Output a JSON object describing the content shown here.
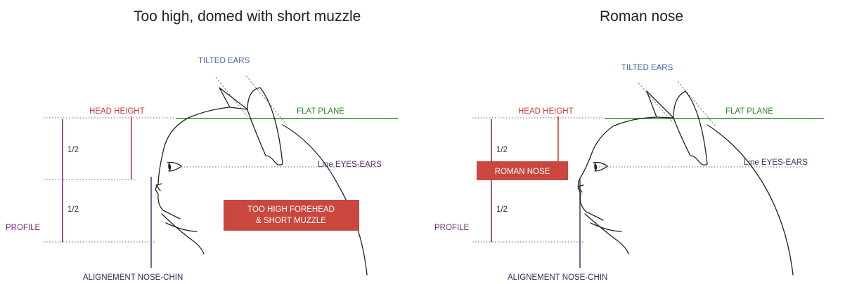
{
  "panels": [
    {
      "title": "Too high, domed with short muzzle",
      "labels": {
        "tilted_ears": "TILTED EARS",
        "head_height": "HEAD HEIGHT",
        "flat_plane": "FLAT PLANE",
        "half_top": "1/2",
        "half_bottom": "1/2",
        "line_eyes_ears": "Line EYES-EARS",
        "profile": "PROFILE",
        "alignment": "ALIGNEMENT NOSE-CHIN",
        "box_line1": "TOO HIGH FOREHEAD",
        "box_line2": "& SHORT MUZZLE"
      }
    },
    {
      "title": "Roman nose",
      "labels": {
        "tilted_ears": "TILTED EARS",
        "head_height": "HEAD HEIGHT",
        "flat_plane": "FLAT PLANE",
        "half_top": "1/2",
        "half_bottom": "1/2",
        "line_eyes_ears": "Line EYES-EARS",
        "profile": "PROFILE",
        "alignment": "ALIGNEMENT NOSE-CHIN",
        "box_line1": "ROMAN NOSE"
      }
    }
  ],
  "colors": {
    "head_height": "#d23a3a",
    "flat_plane": "#2f8a2f",
    "tilted_ears": "#4a63b0",
    "purple": "#7a2f7a",
    "line_eyes_ears": "#4a2a5a",
    "alignment_text": "#2b2f6b",
    "alignment_line": "#3c4e75",
    "box_fill": "#c9473e"
  }
}
